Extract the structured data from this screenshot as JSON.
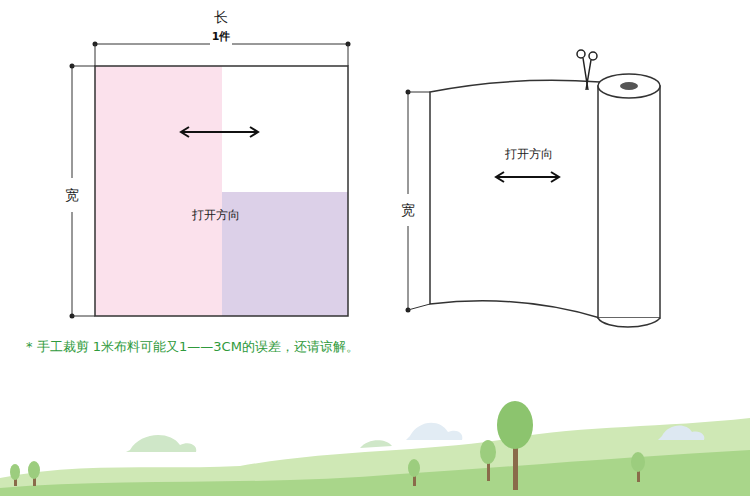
{
  "diagram": {
    "nodes": [
      {
        "text": [
          "打开方向"
        ]
      },
      {
        "text": [
          "打开方向"
        ]
      }
    ],
    "labels": [
      "长",
      "1件",
      "宽",
      "宽",
      "* 手工裁剪 1米布料可能又1——3CM的误差，还请谅解。"
    ]
  }
}
